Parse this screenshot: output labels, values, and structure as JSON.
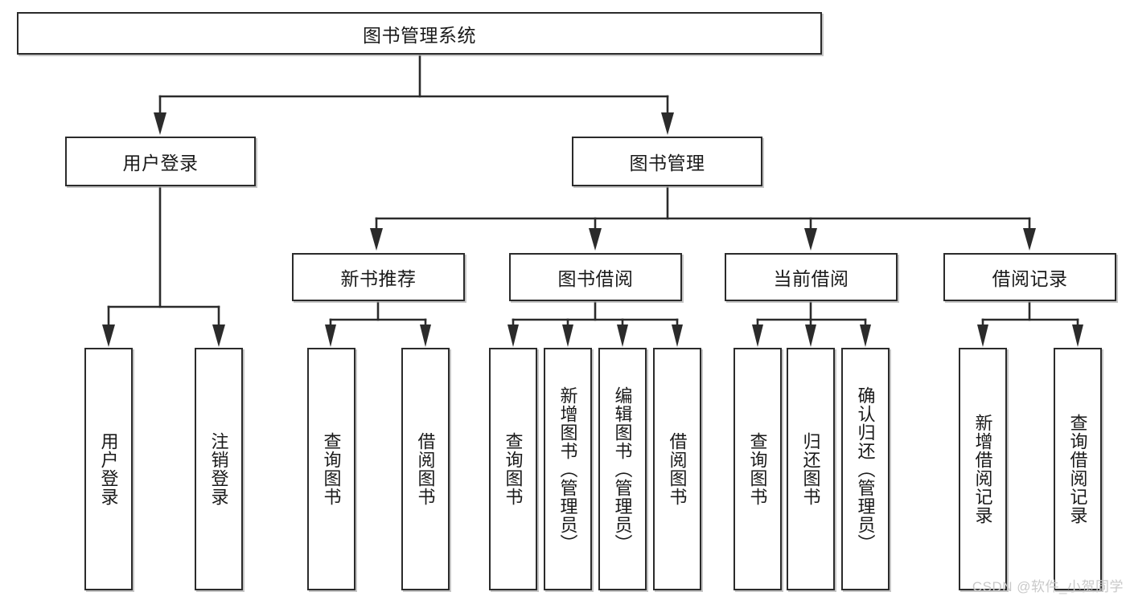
{
  "diagram": {
    "title": "图书管理系统",
    "type": "tree",
    "root": {
      "label": "图书管理系统"
    },
    "level2": [
      {
        "label": "用户登录"
      },
      {
        "label": "图书管理"
      }
    ],
    "level3": [
      {
        "label": "新书推荐"
      },
      {
        "label": "图书借阅"
      },
      {
        "label": "当前借阅"
      },
      {
        "label": "借阅记录"
      }
    ],
    "leaves": {
      "user_login": [
        {
          "label": "用户登录"
        },
        {
          "label": "注销登录"
        }
      ],
      "new_book_recommend": [
        {
          "label": "查询图书"
        },
        {
          "label": "借阅图书"
        }
      ],
      "book_borrow": [
        {
          "label": "查询图书"
        },
        {
          "label": "新增图书（管理员）"
        },
        {
          "label": "编辑图书（管理员）"
        },
        {
          "label": "借阅图书"
        }
      ],
      "current_borrow": [
        {
          "label": "查询图书"
        },
        {
          "label": "归还图书"
        },
        {
          "label": "确认归还（管理员）"
        }
      ],
      "borrow_record": [
        {
          "label": "新增借阅记录"
        },
        {
          "label": "查询借阅记录"
        }
      ]
    }
  },
  "watermark": {
    "text": "CSDN @软件_小贺同学"
  },
  "colors": {
    "box_border": "#2b2b2b",
    "box_fill": "#ffffff",
    "line": "#2b2b2b",
    "text": "#1a1a1a",
    "watermark": "#c9c9c9",
    "background": "#ffffff"
  }
}
